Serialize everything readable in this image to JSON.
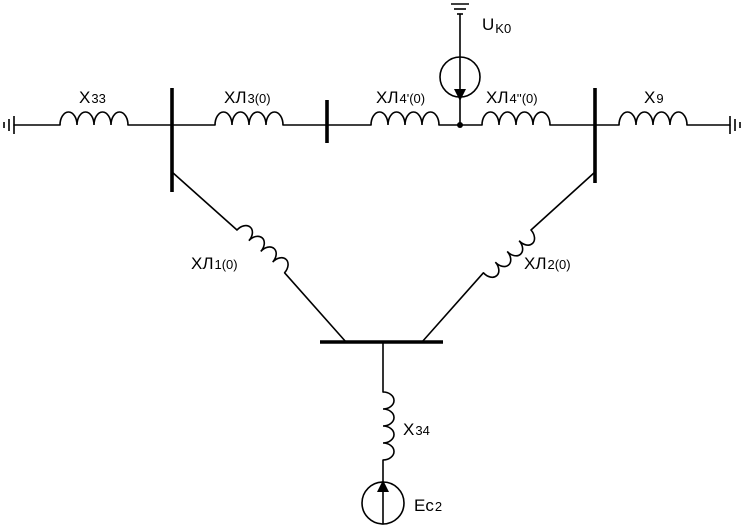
{
  "labels": {
    "x33": {
      "main": "X",
      "sub": "33"
    },
    "xl3": {
      "main": "XЛ",
      "sub": "3(0)"
    },
    "xl4a": {
      "main": "XЛ",
      "sub": "4'(0)"
    },
    "xl4b": {
      "main": "XЛ",
      "sub": "4''(0)"
    },
    "x9": {
      "main": "X",
      "sub": "9"
    },
    "xl1": {
      "main": "XЛ",
      "sub": "1(0)"
    },
    "xl2": {
      "main": "XЛ",
      "sub": "2(0)"
    },
    "x34": {
      "main": "X",
      "sub": "34"
    },
    "ec2": {
      "main": "Ec",
      "sub": "2"
    },
    "uk0": {
      "main": "U",
      "sub": "K0"
    }
  },
  "icons": {
    "ground": "ground-icon",
    "voltage_source": "voltage-source-icon",
    "inductor": "inductor-icon",
    "bus": "busbar"
  }
}
